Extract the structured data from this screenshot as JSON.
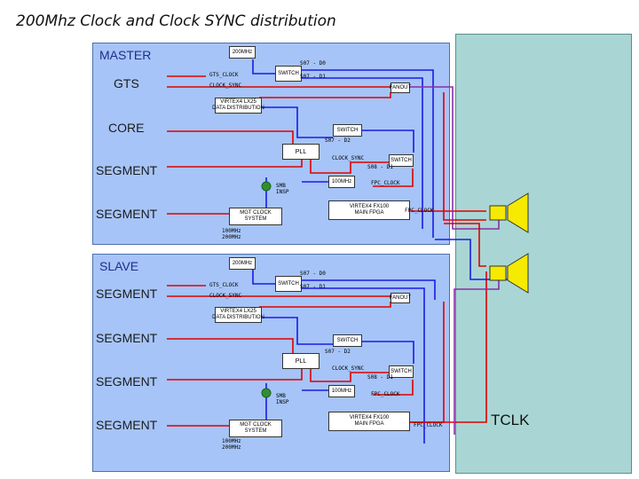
{
  "title": "200Mhz Clock and Clock SYNC distribution",
  "colors": {
    "panel_bg": "#a6c4f7",
    "tclk_bg": "#a9d6d4",
    "wire_blue": "#1b1be6",
    "wire_red": "#e00000",
    "wire_purple": "#8a2da8",
    "sync_yellow": "#f5ea00",
    "node_green": "#2f8f2f"
  },
  "tclk_label": "TCLK",
  "master": {
    "section_label": "MASTER",
    "gts_label": "GTS",
    "core_label": "CORE",
    "segment_labels": [
      "SEGMENT",
      "SEGMENT"
    ],
    "osc_label": "200MHz",
    "sw_top_label": "SWITCH",
    "s07_d0": "S07 - D0",
    "s07_d1": "S07 - D1",
    "gts_clock": "GTS_CLOCK",
    "clock_sync": "CLOCK_SYNC",
    "fanout": "FANOUT",
    "virtex_dist": "VIRTEX4 LX25\nDATA DISTRIBUTION",
    "sw_mid_label": "SWITCH",
    "s07_d2": "S07 - D2",
    "pll": "PLL",
    "clock_sync_2": "CLOCK_SYNC",
    "sw_right_label": "SWITCH",
    "s08_d1": "S08 - D1",
    "osc_100": "100MHz",
    "fpc_clock": "FPC_CLOCK",
    "smb_insp": "SMB\nINSP",
    "main_fpga": "VIRTEX4 FX100\nMAIN FPGA",
    "fpc_clock_2": "FPC_CLOCK",
    "mgt_clock": "MGT CLOCK\nSYSTEM",
    "freq_notes": "100MHz\n200MHz"
  },
  "slave": {
    "section_label": "SLAVE",
    "segment_labels": [
      "SEGMENT",
      "SEGMENT",
      "SEGMENT",
      "SEGMENT"
    ],
    "osc_label": "200MHz",
    "sw_top_label": "SWITCH",
    "s07_d0": "S07 - D0",
    "s07_d1": "S07 - D1",
    "gts_clock": "GTS_CLOCK",
    "clock_sync": "CLOCK_SYNC",
    "fanout": "FANOUT",
    "virtex_dist": "VIRTEX4 LX25\nDATA DISTRIBUTION",
    "sw_mid_label": "SWITCH",
    "s07_d2": "S07 - D2",
    "pll": "PLL",
    "clock_sync_2": "CLOCK_SYNC",
    "sw_right_label": "SWITCH",
    "s08_d1": "S08 - D1",
    "osc_100": "100MHz",
    "fpc_clock": "FPC_CLOCK",
    "smb_insp": "SMB\nINSP",
    "main_fpga": "VIRTEX4 FX100\nMAIN FPGA",
    "fpc_clock_2": "FPC_CLOCK",
    "mgt_clock": "MGT CLOCK\nSYSTEM",
    "freq_notes": "100MHz\n200MHz"
  }
}
